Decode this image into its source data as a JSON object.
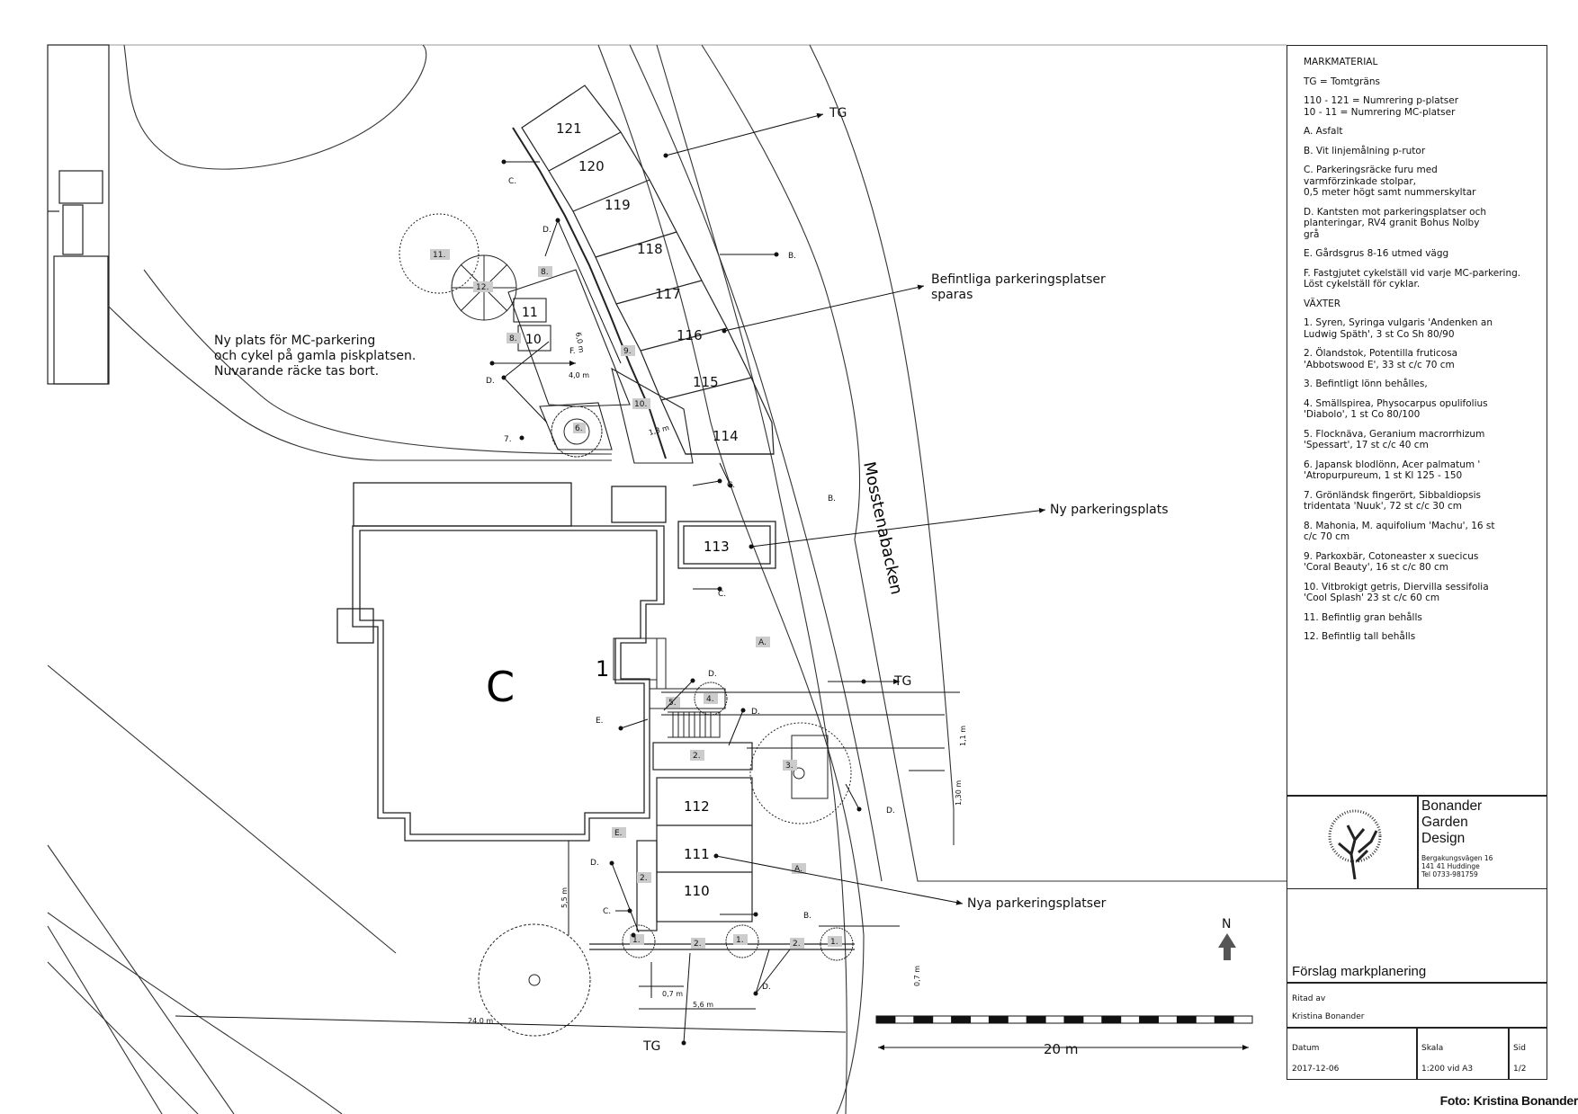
{
  "legend": {
    "items": [
      "MARKMATERIAL",
      "TG = Tomtgräns",
      "110 - 121 = Numrering p-platser\n10 - 11 = Numrering MC-platser",
      "A. Asfalt",
      "B. Vit linjemålning p-rutor",
      "C. Parkeringsräcke furu med\n    varmförzinkade stolpar,\n    0,5 meter högt samt nummerskyltar",
      "D. Kantsten mot parkeringsplatser och\n     planteringar, RV4 granit Bohus Nolby\n     grå",
      "E. Gårdsgrus 8-16 utmed vägg",
      "F.  Fastgjutet cykelställ vid varje MC-parkering.\n     Löst cykelställ för cyklar.",
      "VÄXTER",
      "1. Syren, Syringa vulgaris 'Andenken an\n    Ludwig Späth', 3 st Co Sh 80/90",
      "2. Ölandstok, Potentilla fruticosa\n    'Abbotswood E', 33 st c/c 70 cm",
      "3. Befintligt lönn behålles,",
      "4. Smällspirea, Physocarpus opulifolius\n    'Diabolo', 1 st Co 80/100",
      "5. Flocknäva, Geranium macrorrhizum\n    'Spessart', 17 st c/c 40 cm",
      "6. Japansk blodlönn, Acer palmatum '\n    'Atropurpureum, 1 st Kl 125 - 150",
      "7. Grönländsk fingerört, Sibbaldiopsis\n    tridentata 'Nuuk', 72 st c/c 30 cm",
      "8. Mahonia, M. aquifolium 'Machu', 16 st\n     c/c 70 cm",
      "9. Parkoxbär, Cotoneaster x suecicus\n    'Coral Beauty', 16 st c/c 80 cm",
      "10. Vitbrokigt getris, Diervilla sessifolia\n     'Cool Splash' 23 st c/c 60 cm",
      "11. Befintlig gran behålls",
      "12. Befintlig tall behålls"
    ]
  },
  "title_block": {
    "company": "Bonander\nGarden\nDesign",
    "address": "Bergakungsvägen 16\n141 41 Huddinge\nTel 0733-981759",
    "title": "Förslag markplanering",
    "drawn_by_label": "Ritad av",
    "drawn_by": "Kristina Bonander",
    "date_label": "Datum",
    "date": "2017-12-06",
    "scale_label": "Skala",
    "scale": "1:200 vid A3",
    "sheet_label": "Sid",
    "sheet": "1/2"
  },
  "north": "N",
  "scalebar_label": "20 m",
  "photo_credit": "Foto: Kristina Bonander",
  "plan": {
    "building_letter": "C",
    "building_number": "1",
    "street_name": "Mosstenabacken",
    "tg": "TG",
    "spots_existing": [
      "121",
      "120",
      "119",
      "118",
      "117",
      "116",
      "115",
      "114"
    ],
    "spot_113": "113",
    "spots_new": [
      "112",
      "111",
      "110"
    ],
    "mc_spots": [
      "11",
      "10"
    ],
    "notes": {
      "existing": "Befintliga parkeringsplatser\nsparas",
      "new_single": "Ny parkeringsplats",
      "new_multi": "Nya parkeringsplatser",
      "mc": "Ny plats för MC-parkering\noch cykel på gamla piskplatsen.\nNuvarande räcke tas bort."
    },
    "letters": {
      "A": "A.",
      "B": "B.",
      "C": "C.",
      "D": "D.",
      "E": "E.",
      "F": "F."
    },
    "plant_tags": {
      "p1": "1.",
      "p2": "2.",
      "p3": "3.",
      "p4": "4.",
      "p5": "5.",
      "p6": "6.",
      "p7": "7.",
      "p8": "8.",
      "p9": "9.",
      "p10": "10.",
      "p11": "11.",
      "p12": "12."
    },
    "dims": {
      "d60": "6,0 m",
      "d40": "4,0 m",
      "d13": "1,3 m",
      "d11": "1,1 m",
      "d130": "1,30 m",
      "d55": "5,5 m",
      "d07": "0,7 m",
      "d56": "5,6 m",
      "d240": "24,0 m"
    }
  }
}
